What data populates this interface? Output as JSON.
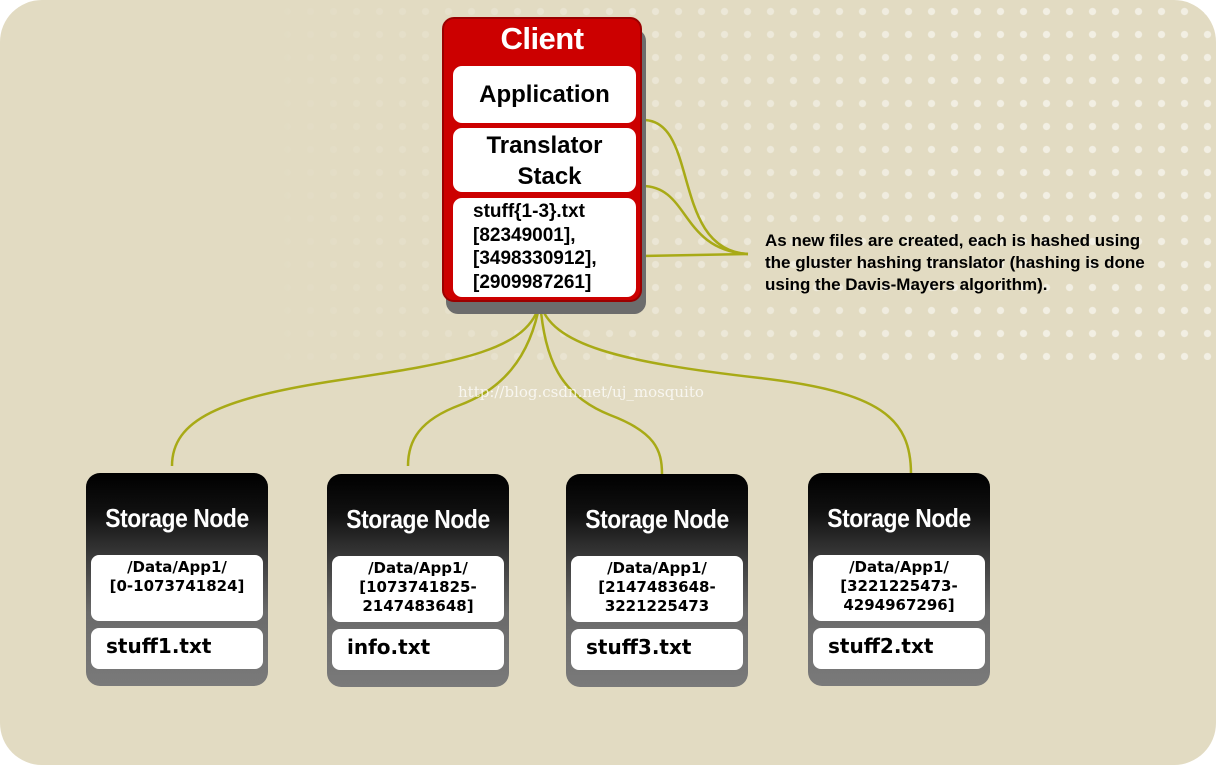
{
  "client": {
    "title": "Client",
    "application": "Application",
    "translator_line1": "Translator",
    "translator_line2": "Stack",
    "hash_lines": [
      "stuff{1-3}.txt",
      "[82349001],",
      "[3498330912],",
      "[2909987261]"
    ]
  },
  "annotation": [
    "As new files are created, each is hashed using",
    "the gluster hashing translator (hashing is done",
    "using the Davis-Mayers algorithm)."
  ],
  "watermark": "http://blog.csdn.net/uj_mosquito",
  "nodes": [
    {
      "title": "Storage Node",
      "path_lines": [
        "/Data/App1/",
        "[0-1073741824]"
      ],
      "file": "stuff1.txt"
    },
    {
      "title": "Storage Node",
      "path_lines": [
        "/Data/App1/",
        "[1073741825-",
        "2147483648]"
      ],
      "file": "info.txt"
    },
    {
      "title": "Storage Node",
      "path_lines": [
        "/Data/App1/",
        "[2147483648-",
        "3221225473"
      ],
      "file": "stuff3.txt"
    },
    {
      "title": "Storage Node",
      "path_lines": [
        "/Data/App1/",
        "[3221225473-",
        "4294967296]"
      ],
      "file": "stuff2.txt"
    }
  ],
  "colors": {
    "background": "#e2dbc2",
    "client_red": "#cc0000",
    "connector": "#a8aa16",
    "node_dark": "#000000",
    "node_light": "#7a7a7a"
  }
}
